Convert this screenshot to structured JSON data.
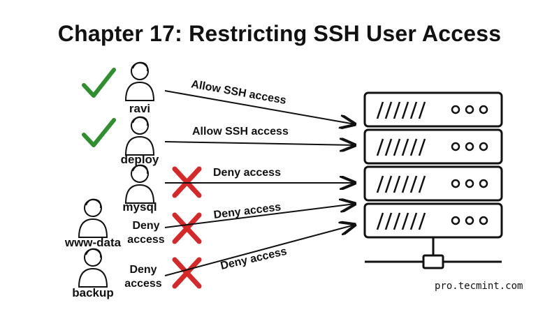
{
  "title": "Chapter 17: Restricting SSH User Access",
  "users": [
    {
      "name": "ravi",
      "status": "allow",
      "arrow_label": "Allow SSH access"
    },
    {
      "name": "deploy",
      "status": "allow",
      "arrow_label": "Allow SSH access"
    },
    {
      "name": "mysql",
      "status": "deny",
      "arrow_label": "Deny access"
    },
    {
      "name": "www-data",
      "status": "deny",
      "side_label": "Deny\naccess",
      "arrow_label": "Deny access"
    },
    {
      "name": "backup",
      "status": "deny",
      "side_label": "Deny\naccess",
      "arrow_label": "Deny access"
    }
  ],
  "footer": "pro.tecmint.com",
  "colors": {
    "allow": "#2f8f2f",
    "deny": "#d62828",
    "ink": "#111111"
  },
  "icons": [
    "checkmark-icon",
    "cross-icon",
    "user-icon",
    "server-rack-icon"
  ]
}
